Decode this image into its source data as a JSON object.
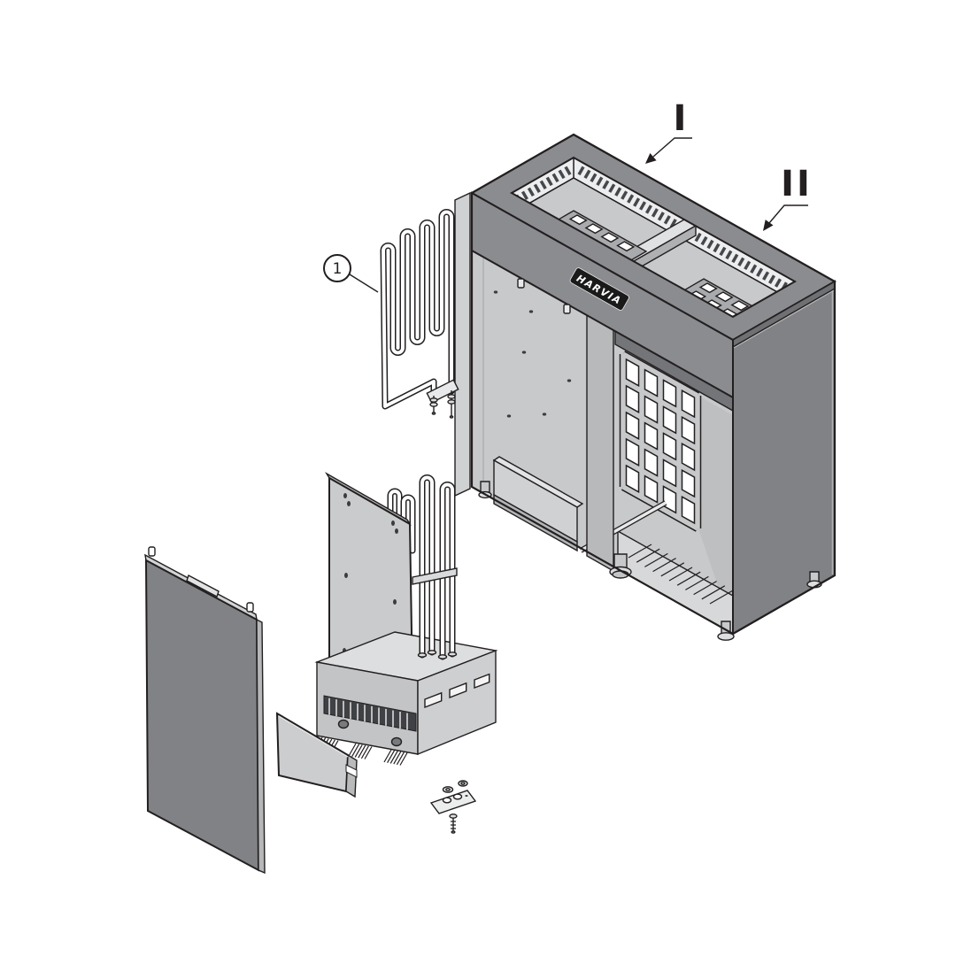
{
  "diagram": {
    "background_color": "#ffffff",
    "line_color": "#231f20",
    "brand_badge": {
      "text": "HARVIA",
      "bg": "#1a1a1a",
      "fg": "#ffffff"
    },
    "view_labels": {
      "label_i": "I",
      "label_ii": "II"
    },
    "callouts": [
      {
        "number": "1"
      }
    ],
    "colors": {
      "panel_dark": "#808285",
      "rim_band": "#8a8c8f",
      "rim_lip": "#6e7073",
      "panel_light": "#c7c9cb",
      "panel_lighter": "#dcdedf",
      "interior_shadow": "#737578",
      "slot_color": "#45474a"
    }
  }
}
